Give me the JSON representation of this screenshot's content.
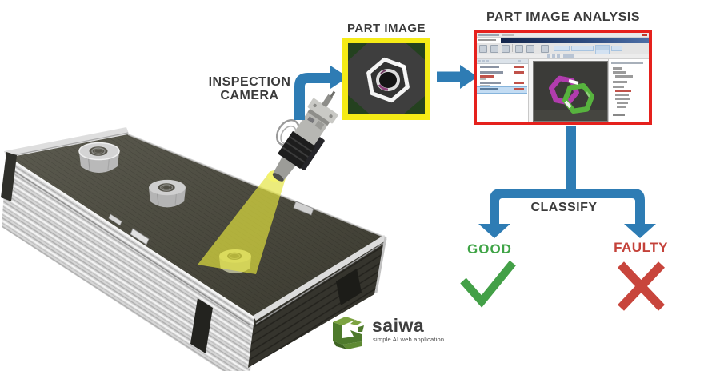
{
  "labels": {
    "inspection_camera_line1": "INSPECTION",
    "inspection_camera_line2": "CAMERA",
    "part_image": "PART IMAGE",
    "part_image_analysis": "PART IMAGE ANALYSIS",
    "classify": "CLASSIFY",
    "good": "GOOD",
    "faulty": "FAULTY"
  },
  "branding": {
    "name": "saiwa",
    "tagline": "simple AI web application"
  },
  "colors": {
    "arrow_blue": "#2e7cb4",
    "part_image_border": "#f5eb16",
    "analysis_border": "#e5211d",
    "good_green": "#3fa446",
    "faulty_red": "#c4423a",
    "check_green": "#43a047",
    "x_red": "#c8453c",
    "beam_yellow": "#e3e33e",
    "label_gray": "#3b3b3b",
    "overlay_magenta": "#b13cae",
    "overlay_green": "#57b33e",
    "logo_green_dark": "#4e7a2c",
    "logo_green_light": "#7ca341"
  }
}
